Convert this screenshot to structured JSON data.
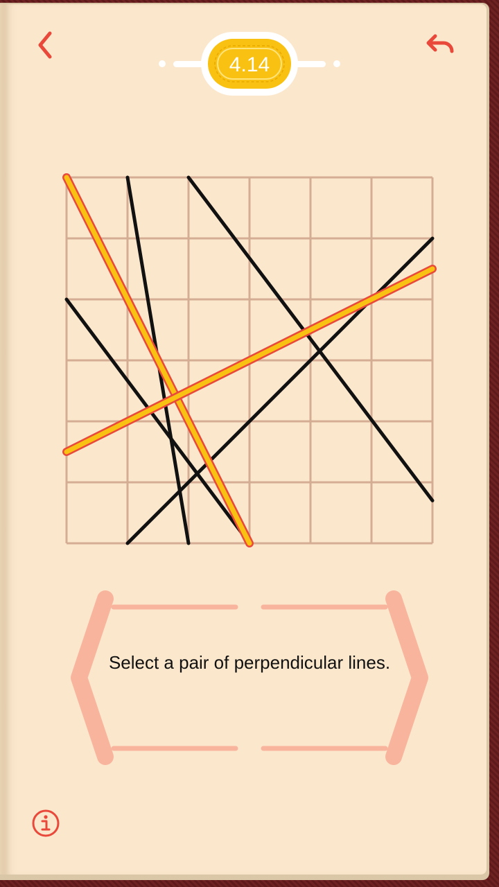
{
  "level": {
    "label": "4.14",
    "badge_color": "#f9c111",
    "frame_color": "#ffffff"
  },
  "header": {
    "back_icon": "chevron-left-icon",
    "undo_icon": "undo-icon",
    "icon_color": "#e8493a"
  },
  "puzzle": {
    "grid_columns": 6,
    "grid_rows": 6,
    "grid_color": "#d4ad94",
    "line_color": "#111111",
    "selected_fill": "#f9c111",
    "selected_outline": "#e8493a",
    "lines": [
      {
        "id": "line-1",
        "from": [
          0,
          0
        ],
        "to": [
          3,
          6
        ],
        "selected": true
      },
      {
        "id": "line-2",
        "from": [
          0,
          4.5
        ],
        "to": [
          6,
          1.5
        ],
        "selected": true
      },
      {
        "id": "line-3",
        "from": [
          1,
          0
        ],
        "to": [
          2,
          6
        ],
        "selected": false
      },
      {
        "id": "line-4",
        "from": [
          2,
          0
        ],
        "to": [
          6,
          5.3
        ],
        "selected": false
      },
      {
        "id": "line-5",
        "from": [
          0,
          2
        ],
        "to": [
          3,
          6
        ],
        "selected": false
      },
      {
        "id": "line-6",
        "from": [
          1,
          6
        ],
        "to": [
          6,
          1
        ],
        "selected": false
      }
    ]
  },
  "instruction": {
    "text": "Select a pair of perpendicular lines.",
    "frame_color": "#f9b49d"
  },
  "footer": {
    "info_icon": "info-icon"
  }
}
